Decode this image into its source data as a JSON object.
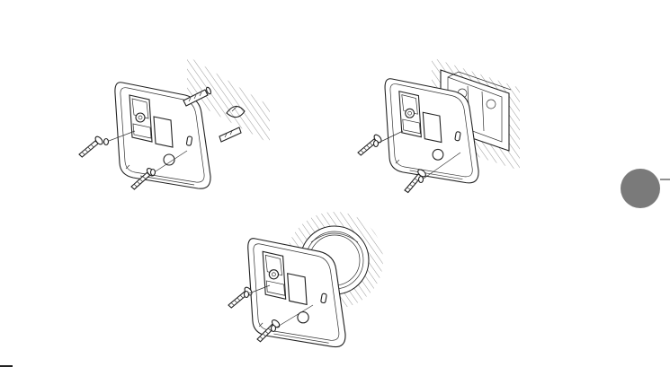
{
  "figure": {
    "panels": [
      {
        "id": "wall-plugs",
        "description_icon": "wall-anchor-mounting-icon"
      },
      {
        "id": "flush-box",
        "description_icon": "electrical-box-mounting-icon"
      },
      {
        "id": "round-box",
        "description_icon": "round-conduit-box-mounting-icon"
      }
    ],
    "side_tab": {
      "icon": "section-tab-icon",
      "color": "#7a7a7a"
    }
  }
}
